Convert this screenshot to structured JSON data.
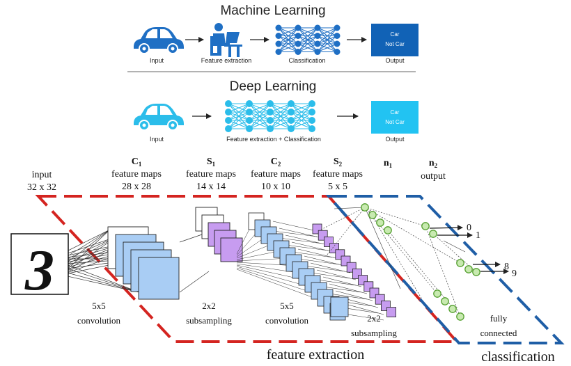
{
  "colors": {
    "ml_blue": "#1f6fc4",
    "dl_blue": "#2bbdea",
    "output_box_ml": "#1162b6",
    "output_box_dl": "#22c3f2",
    "dash_red": "#d42420",
    "dash_blue": "#1f5ea6",
    "fmap_blue": "#a9cdf4",
    "fmap_purple": "#c79cf0",
    "node_green": "#c8eab0",
    "node_green_stroke": "#55a030"
  },
  "ml": {
    "title": "Machine Learning",
    "labels": {
      "input": "Input",
      "feature": "Feature extraction",
      "classification": "Classification",
      "output": "Output"
    },
    "output_box": {
      "line1": "Car",
      "line2": "Not Car"
    },
    "icons": [
      "car-icon",
      "person-at-computer-icon",
      "neural-network-icon"
    ]
  },
  "dl": {
    "title": "Deep Learning",
    "labels": {
      "input": "Input",
      "combined": "Feature extraction + Classification",
      "output": "Output"
    },
    "output_box": {
      "line1": "Car",
      "line2": "Not Car"
    },
    "icons": [
      "car-icon",
      "neural-network-icon"
    ]
  },
  "cnn": {
    "headers": {
      "input": {
        "l1": "input",
        "l2": "32 x 32"
      },
      "c1": {
        "sym": "C",
        "sub": "1",
        "l1": "feature maps",
        "l2": "28 x 28"
      },
      "s1": {
        "sym": "S",
        "sub": "1",
        "l1": "feature maps",
        "l2": "14 x 14"
      },
      "c2": {
        "sym": "C",
        "sub": "2",
        "l1": "feature maps",
        "l2": "10 x 10"
      },
      "s2": {
        "sym": "S",
        "sub": "2",
        "l1": "feature maps",
        "l2": "5 x 5"
      },
      "n1": {
        "sym": "n",
        "sub": "1"
      },
      "n2": {
        "sym": "n",
        "sub": "2",
        "l1": "output"
      }
    },
    "digit": "3",
    "ops": {
      "conv1": {
        "l1": "5x5",
        "l2": "convolution"
      },
      "sub1": {
        "l1": "2x2",
        "l2": "subsampling"
      },
      "conv2": {
        "l1": "5x5",
        "l2": "convolution"
      },
      "sub2": {
        "l1": "2x2",
        "l2": "subsampling"
      },
      "fc": {
        "l1": "fully",
        "l2": "connected"
      }
    },
    "outputs": {
      "o0": "0",
      "o1": "1",
      "o8": "8",
      "o9": "9"
    },
    "regions": {
      "feature": "feature extraction",
      "classification": "classification"
    }
  }
}
